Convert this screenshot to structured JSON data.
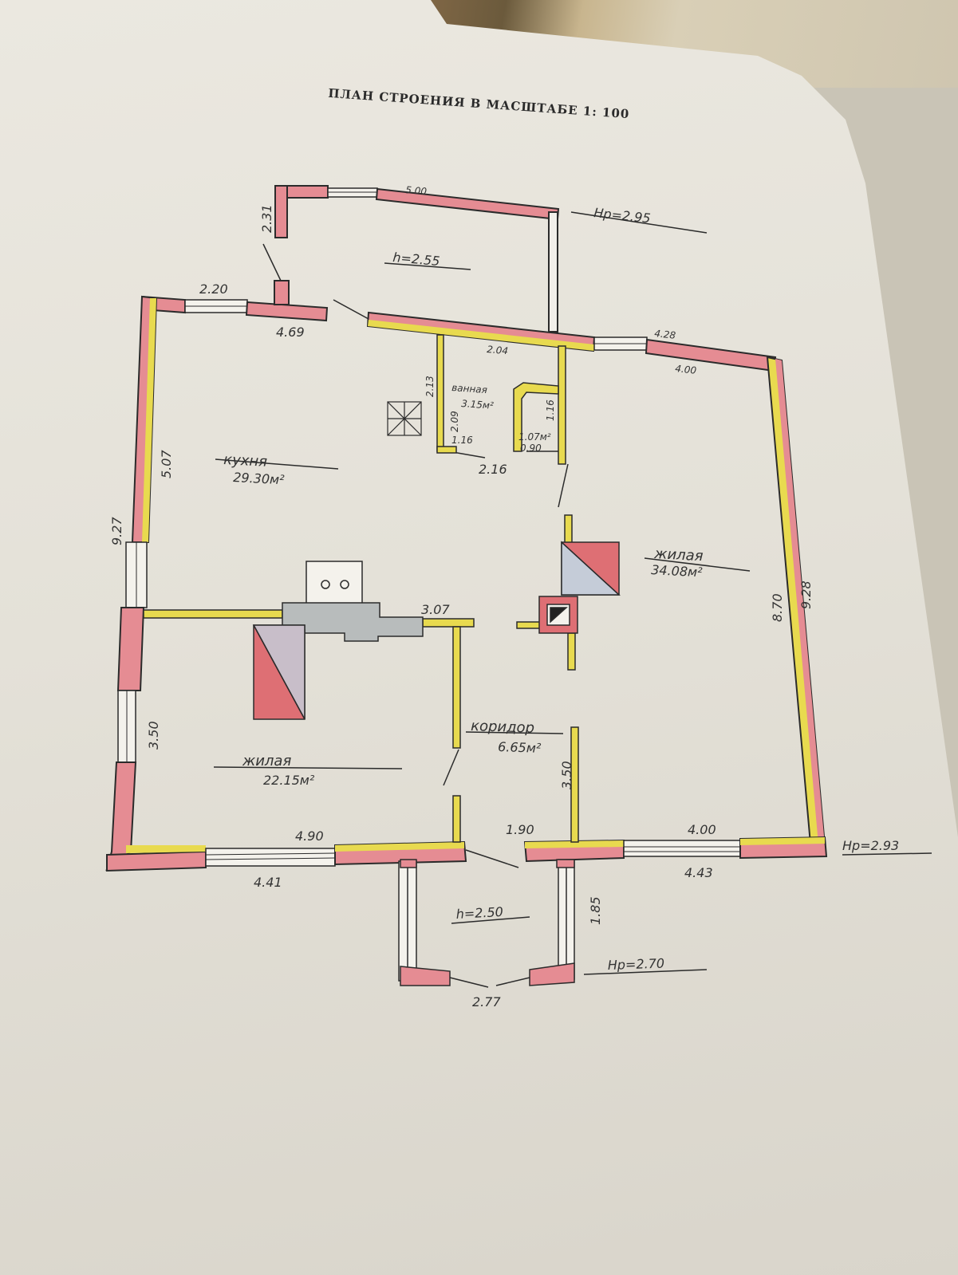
{
  "title": "ПЛАН СТРОЕНИЯ В МАСШТАБЕ 1: 100",
  "rooms": {
    "kitchen": {
      "name": "кухня",
      "area": "29.30м²"
    },
    "bath": {
      "name": "ванная",
      "area": "3.15м²",
      "sub_area": "1.07м²"
    },
    "living_right": {
      "name": "жилая",
      "area": "34.08м²"
    },
    "living_left": {
      "name": "жилая",
      "area": "22.15м²"
    },
    "corridor": {
      "name": "коридор",
      "area": "6.65м²"
    }
  },
  "heights": {
    "annex": "h=2.55",
    "porch": "h=2.50",
    "level_top": "Hp=2.95",
    "level_right": "Hp=2.93",
    "level_porch": "Hp=2.70"
  },
  "dims": {
    "d_231": "2.31",
    "d_500": "5.00",
    "d_220": "2.20",
    "d_469": "4.69",
    "d_204": "2.04",
    "d_428": "4.28",
    "d_400t": "4.00",
    "d_213": "2.13",
    "d_209": "2.09",
    "d_116a": "1.16",
    "d_116b": "1.16",
    "d_090": "0.90",
    "d_216": "2.16",
    "d_507": "5.07",
    "d_927": "9.27",
    "d_307": "3.07",
    "d_870": "8.70",
    "d_928": "9.28",
    "d_350l": "3.50",
    "d_350c": "3.50",
    "d_490": "4.90",
    "d_441": "4.41",
    "d_190": "1.90",
    "d_400b": "4.00",
    "d_443": "4.43",
    "d_185": "1.85",
    "d_277": "2.77"
  },
  "colors": {
    "wall_pink": "#e58c93",
    "wall_yellow": "#e8da4f",
    "stove_gray": "#b8bcbc",
    "stove_red": "#de6f74",
    "stove_blue": "#c5ccd8",
    "ink": "#2b2b2b"
  }
}
